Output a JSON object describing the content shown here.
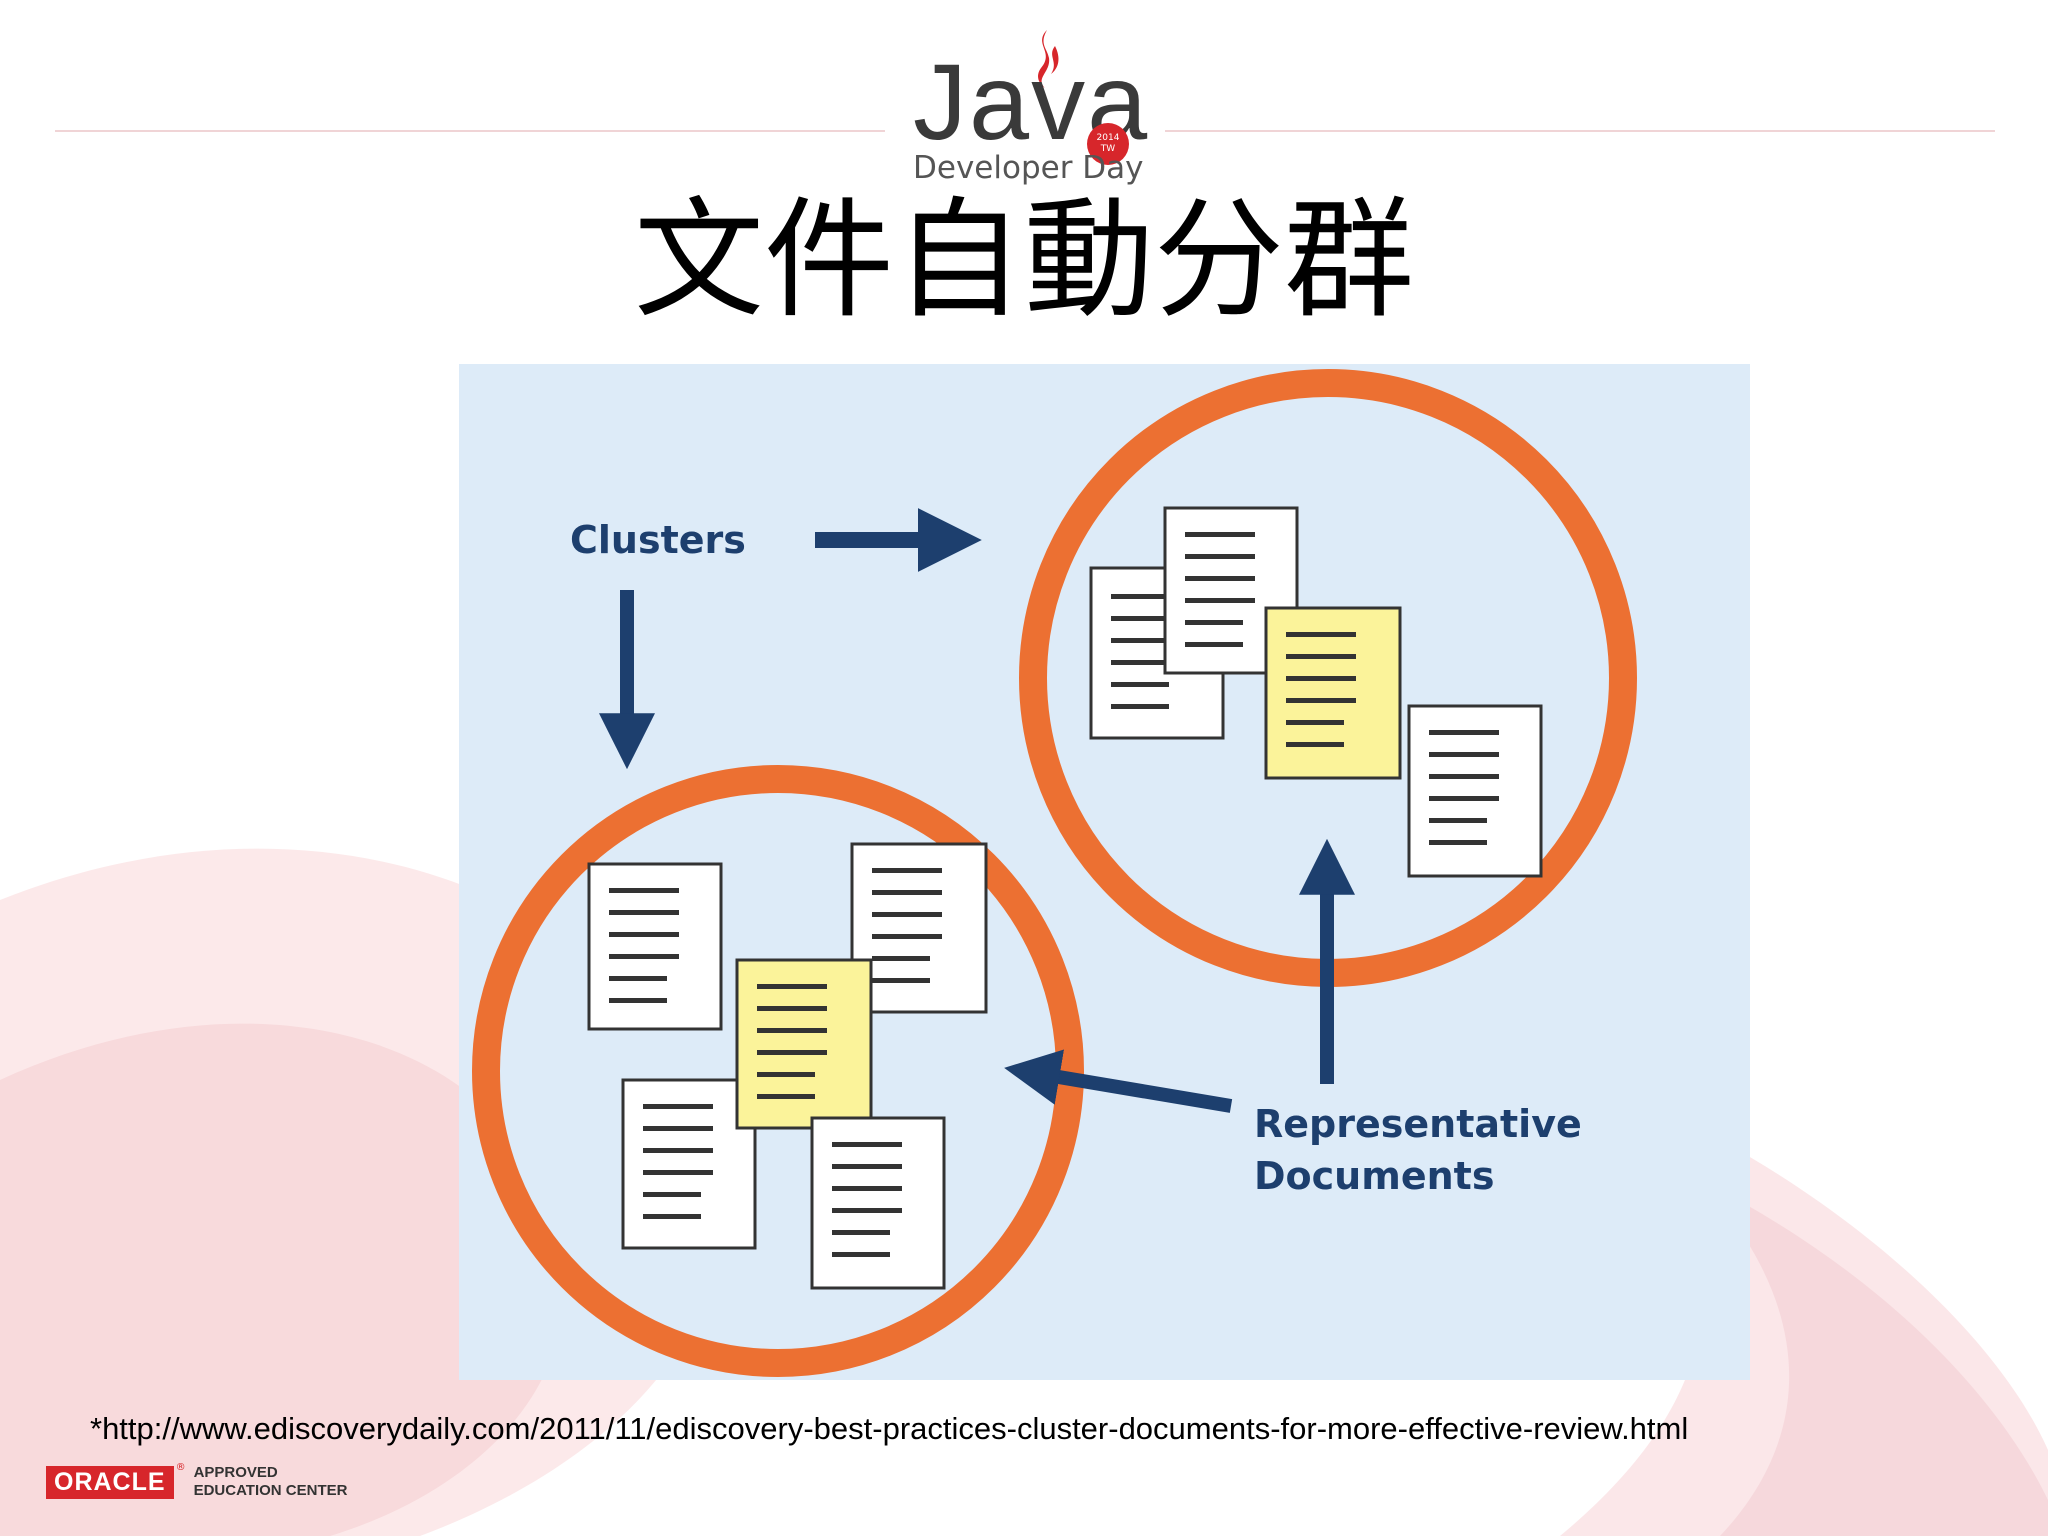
{
  "header": {
    "logo_word": "Java",
    "logo_badge_year": "2014",
    "logo_badge_region": "TW",
    "logo_subtitle": "Developer Day"
  },
  "slide": {
    "title": "文件自動分群"
  },
  "diagram": {
    "label_clusters": "Clusters",
    "label_representative_line1": "Representative",
    "label_representative_line2": "Documents",
    "colors": {
      "background": "#ddebf8",
      "cluster_ring": "#ec7032",
      "arrow": "#1d3f6e",
      "document": "#ffffff",
      "representative_document": "#fbf39a"
    },
    "icons": [
      "document-icon",
      "representative-document-icon",
      "arrow-icon",
      "cluster-circle"
    ]
  },
  "footer": {
    "source_note": "*http://www.ediscoverydaily.com/2011/11/ediscovery-best-practices-cluster-documents-for-more-effective-review.html",
    "oracle_word": "ORACLE",
    "oracle_line1": "APPROVED",
    "oracle_line2": "EDUCATION CENTER"
  }
}
